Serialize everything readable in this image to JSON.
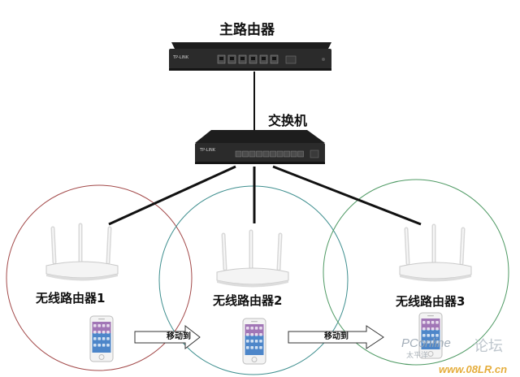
{
  "colors": {
    "device_dark": "#2b2b2b",
    "device_darker": "#1d1d1d",
    "cable": "#111111",
    "circle_1": "#a34a4a",
    "circle_2": "#3f8f8f",
    "circle_3": "#4f9a64",
    "arrow_fill": "#ffffff",
    "arrow_stroke": "#333333",
    "watermark_url": "#e3a528"
  },
  "icons": {
    "main_router": "rack-router-icon",
    "switch": "network-switch-icon",
    "wireless_router": "wireless-router-icon",
    "phone": "smartphone-icon",
    "move_arrow": "right-arrow-icon"
  },
  "main_router": {
    "label": "主路由器",
    "brand_text": "TP-LINK"
  },
  "switch": {
    "label": "交换机",
    "brand_text": "TP-LINK"
  },
  "wireless_routers": [
    {
      "label": "无线路由器1"
    },
    {
      "label": "无线路由器2"
    },
    {
      "label": "无线路由器3"
    }
  ],
  "moves": [
    {
      "label": "移动到"
    },
    {
      "label": "移动到"
    }
  ],
  "watermark": {
    "brand": "PConline",
    "brand_sub": "太平洋",
    "forum": "论坛",
    "url": "www.08LR.cn"
  }
}
